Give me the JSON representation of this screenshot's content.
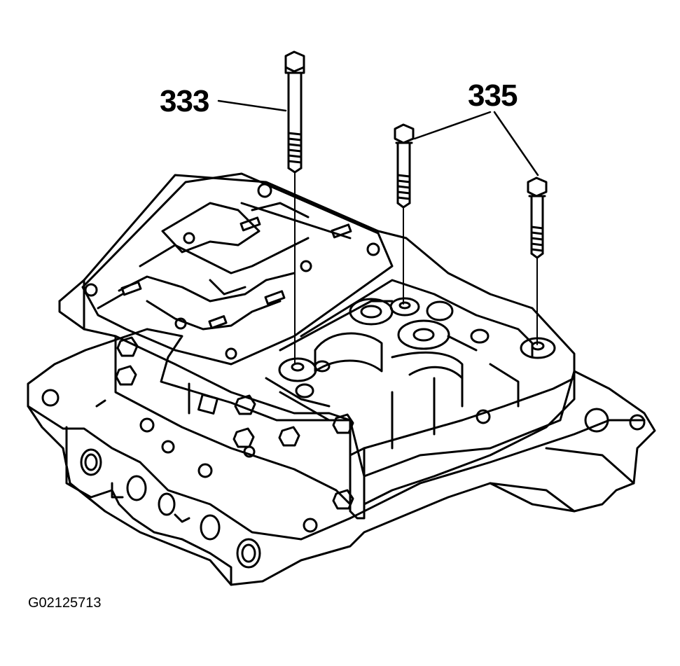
{
  "callouts": {
    "bolt_long": "333",
    "bolts_short": "335"
  },
  "figure_id": "G02125713",
  "colors": {
    "line": "#000000",
    "background": "#ffffff"
  }
}
